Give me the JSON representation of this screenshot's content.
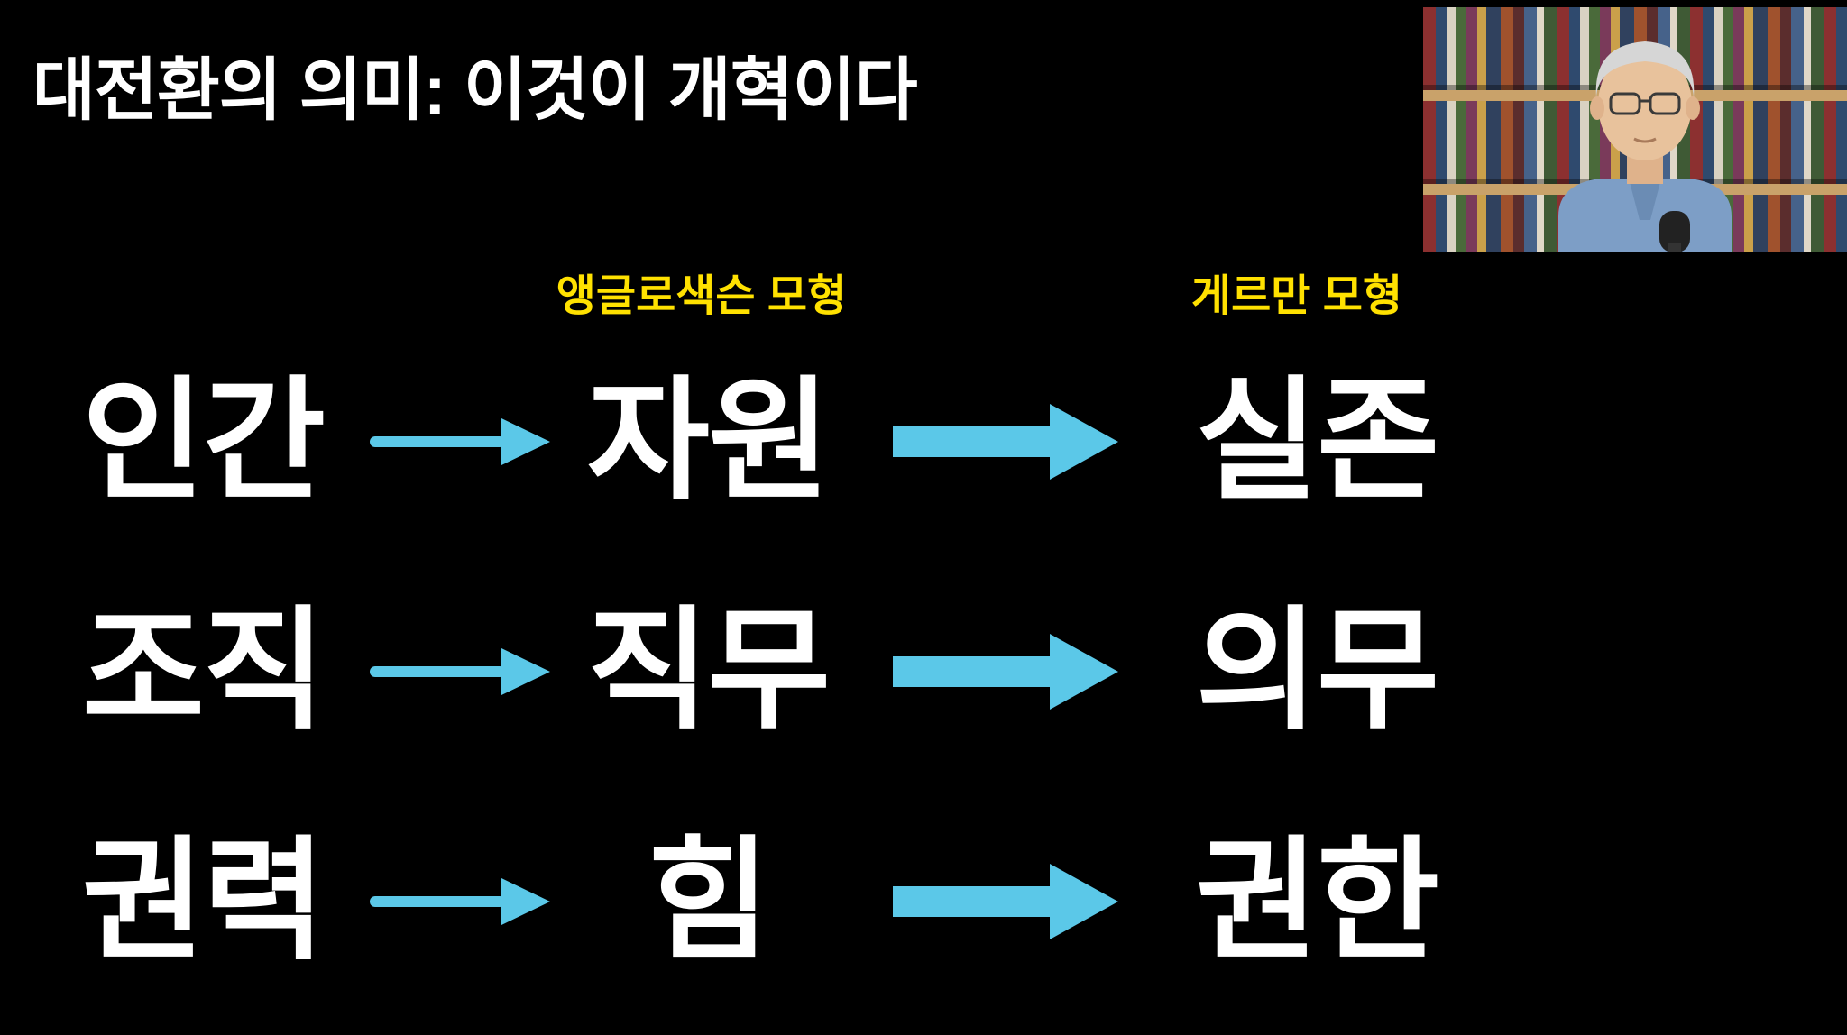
{
  "title": "대전환의 의미: 이것이 개혁이다",
  "headers": {
    "anglo": "앵글로색슨 모형",
    "german": "게르만 모형"
  },
  "rows": [
    {
      "from": "인간",
      "anglo": "자원",
      "german": "실존"
    },
    {
      "from": "조직",
      "anglo": "직무",
      "german": "의무"
    },
    {
      "from": "권력",
      "anglo": "힘",
      "german": "권한"
    }
  ],
  "colors": {
    "background": "#000000",
    "title_text": "#ffffff",
    "word_text": "#ffffff",
    "header_text": "#ffe100",
    "arrow": "#5bc8e8"
  },
  "webcam": {
    "content": "presenter in front of bookshelf with microphone"
  }
}
